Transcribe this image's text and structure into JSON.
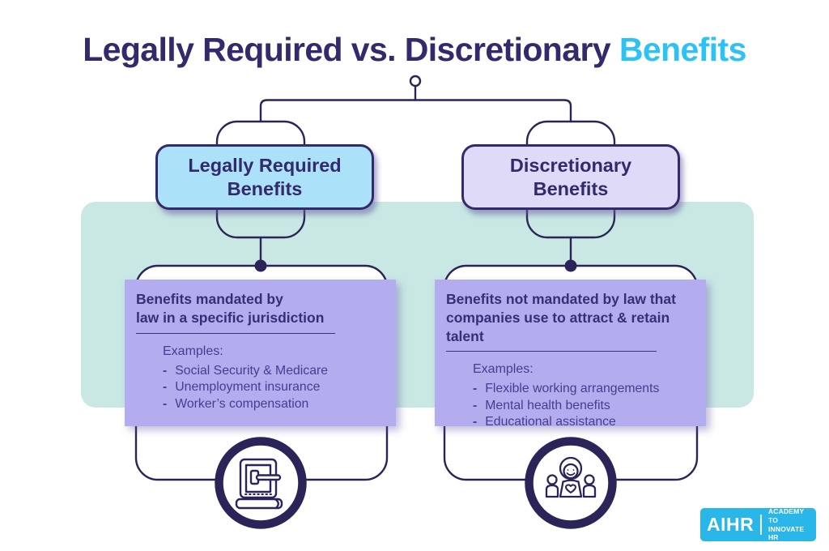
{
  "title": {
    "prefix": "Legally Required vs. Discretionary ",
    "highlight": "Benefits"
  },
  "colors": {
    "navy": "#322A6C",
    "line_navy": "#2A2459",
    "cyan_highlight": "#2CC2F4",
    "mint_band": "#C9E8E4",
    "blue_pill": "#ABE2FA",
    "lavender_pill": "#DEDAF8",
    "purple_card": "#B3ACEF",
    "logo_blue": "#29B6E9"
  },
  "bullet": "-",
  "branches": [
    {
      "label": "Legally Required Benefits",
      "label_lines": [
        "Legally Required",
        "Benefits"
      ],
      "description_lines": [
        "Benefits mandated by",
        "law in a specific jurisdiction"
      ],
      "examples_label": "Examples:",
      "examples": [
        "Social Security & Medicare",
        "Unemployment insurance",
        "Worker’s compensation"
      ],
      "icon": "law-book-gavel-icon"
    },
    {
      "label": "Discretionary Benefits",
      "label_lines": [
        "Discretionary",
        "Benefits"
      ],
      "description_lines": [
        "Benefits not mandated by law that",
        "companies use to attract & retain talent"
      ],
      "examples_label": "Examples:",
      "examples": [
        "Flexible working arrangements",
        "Mental health benefits",
        "Educational assistance"
      ],
      "icon": "caring-team-icon"
    }
  ],
  "logo": {
    "brand": "AIHR",
    "tagline_lines": [
      "ACADEMY TO",
      "INNOVATE HR"
    ]
  }
}
